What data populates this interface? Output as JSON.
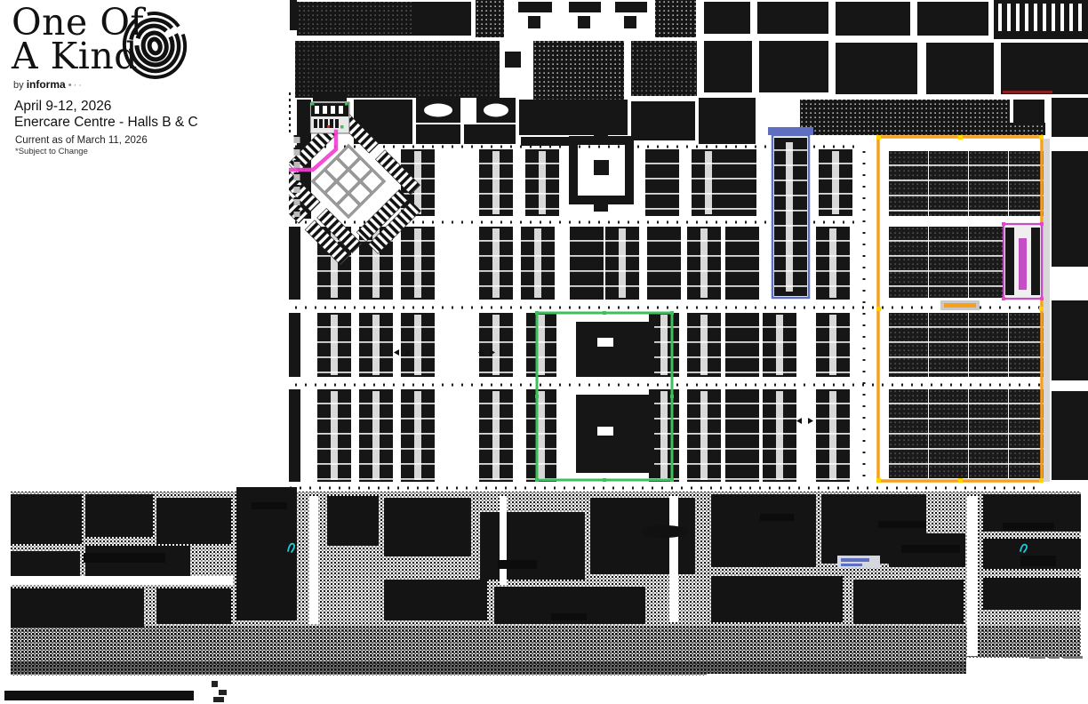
{
  "header": {
    "logo": {
      "line1": "One Of",
      "line2": "A Kind"
    },
    "byline": {
      "prefix": "by",
      "brand": "informa",
      "dots": "•··"
    },
    "date_line": "April 9-12, 2026",
    "venue_line": "Enercare Centre - Halls B & C",
    "current_line": "Current as of  March 11, 2026",
    "subject_line": "*Subject to Change"
  },
  "floorplan": {
    "colors": {
      "booth": "#171717",
      "aisle": "#d8d8d8",
      "orange": "#F9A01B",
      "green": "#3FBF5C",
      "blue": "#5E6FC2",
      "magenta": "#C44FC4",
      "pink": "#F23FD3",
      "cyan": "#1FC9D6",
      "yellow": "#FFD400",
      "red": "#8A1F1F"
    }
  }
}
